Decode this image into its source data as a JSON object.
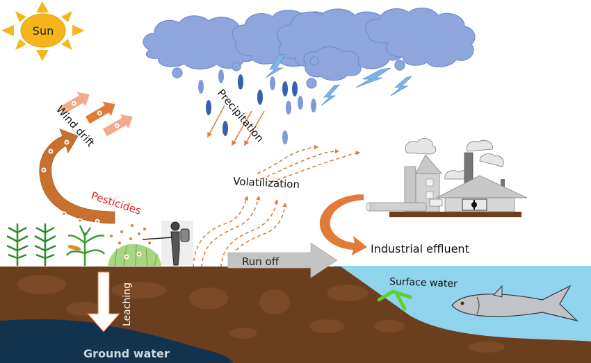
{
  "diagram": {
    "title": "Pesticide environmental fate pathways",
    "labels": {
      "sun": "Sun",
      "precipitation": "Precipitation",
      "wind_drift": "Wind drift",
      "pesticides": "Pesticides",
      "volatilization": "Volatilization",
      "run_off": "Run off",
      "industrial_effluent": "Industrial effluent",
      "leaching": "Leaching",
      "surface_water": "Surface water",
      "ground_water": "Ground water"
    },
    "colors": {
      "sun": "#f5b81c",
      "cloud": "#8fa6dc",
      "cloud_outline": "#6e8ccf",
      "raindrop_light": "#7f9ad8",
      "raindrop_dark": "#3a5eb0",
      "lightning": "#7fb2e6",
      "arrow_orange": "#e07b39",
      "arrow_orange_dark": "#c5672a",
      "arrow_light": "#f3a98a",
      "pesticides_text": "#e8202a",
      "soil": "#6b3e1e",
      "soil_light": "#7d4b27",
      "groundwater": "#12334d",
      "surface_water": "#8fd3ec",
      "runoff_arrow": "#c4c4c4",
      "factory": "#c8c8c8",
      "fish": "#c0c3c8",
      "plant": "#2d8a2a"
    }
  }
}
